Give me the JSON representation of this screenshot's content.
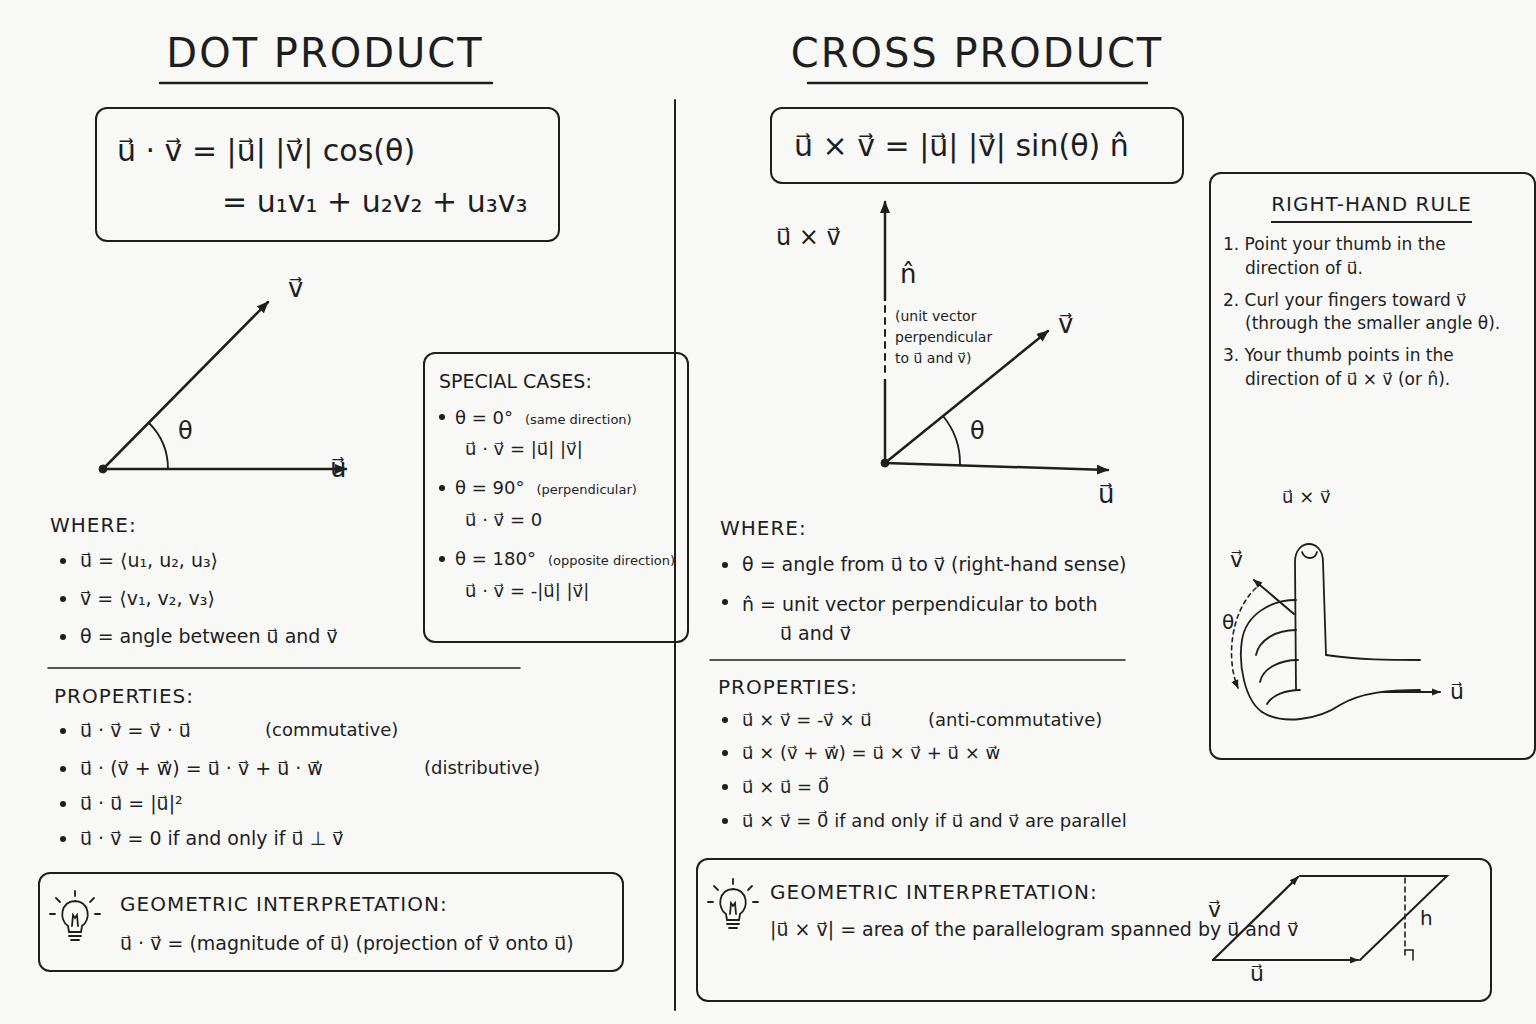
{
  "diagram": {
    "nodes": [
      {
        "text": [
          "u⃗ · v⃗ = |u⃗| |v⃗| cos(θ)",
          "= u₁v₁ + u₂v₂ + u₃v₃"
        ]
      },
      {
        "text": [
          "SPECIAL CASES:",
          "θ = 0°",
          "(same direction)",
          "u⃗ · v⃗ = |u⃗| |v⃗|",
          "θ = 90°",
          "(perpendicular)",
          "u⃗ · v⃗ = 0",
          "θ = 180°",
          "(opposite direction)",
          "u⃗ · v⃗ = -|u⃗| |v⃗|"
        ]
      },
      {
        "text": [
          "GEOMETRIC INTERPRETATION:",
          "u⃗ · v⃗ = (magnitude of u⃗) (projection of v⃗ onto u⃗)"
        ]
      },
      {
        "text": [
          "u⃗ × v⃗ = |u⃗| |v⃗| sin(θ) n̂"
        ]
      },
      {
        "text": [
          "RIGHT-HAND RULE",
          "1. Point your thumb in the direction of u⃗.",
          "2. Curl your fingers toward v⃗ (through the smaller angle θ).",
          "3. Your thumb points in the direction of u⃗ × v⃗ (or n̂)."
        ]
      },
      {
        "text": [
          "GEOMETRIC INTERPRETATION:",
          "|u⃗ × v⃗| = area of the parallelogram spanned by u⃗ and v⃗"
        ]
      }
    ],
    "labels": [
      "DOT PRODUCT",
      "CROSS PRODUCT",
      "v⃗",
      "θ",
      "u⃗",
      "WHERE:",
      "u⃗ = ⟨u₁, u₂, u₃⟩",
      "v⃗ = ⟨v₁, v₂, v₃⟩",
      "θ = angle between u⃗ and v⃗",
      "PROPERTIES:",
      "u⃗ · v⃗ = v⃗ · u⃗",
      "(commutative)",
      "u⃗ · (v⃗ + w⃗) = u⃗ · v⃗ + u⃗ · w⃗",
      "(distributive)",
      "u⃗ · u⃗ = |u⃗|²",
      "u⃗ · v⃗ = 0 if and only if u⃗ ⊥ v⃗",
      "u⃗ × v⃗",
      "n̂",
      "(unit vector perpendicular to u⃗ and v⃗)",
      "v⃗",
      "θ",
      "u⃗",
      "WHERE:",
      "θ = angle from u⃗ to v⃗ (right-hand sense)",
      "n̂ = unit vector perpendicular to both u⃗ and v⃗",
      "PROPERTIES:",
      "u⃗ × v⃗ = -v⃗ × u⃗",
      "(anti-commutative)",
      "u⃗ × (v⃗ + w⃗) = u⃗ × v⃗ + u⃗ × w⃗",
      "u⃗ × u⃗ = 0⃗",
      "u⃗ × v⃗ = 0⃗ if and only if u⃗ and v⃗ are parallel",
      "u⃗ × v⃗",
      "v⃗",
      "θ",
      "u⃗",
      "v⃗",
      "h",
      "u⃗"
    ]
  }
}
